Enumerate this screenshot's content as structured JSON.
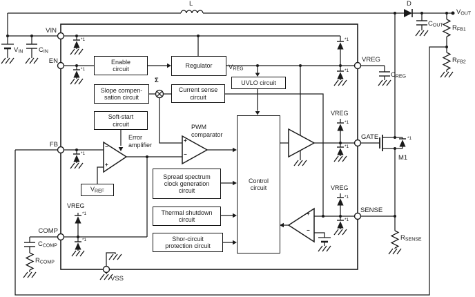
{
  "pins": {
    "vin": "VIN",
    "en": "EN",
    "fb": "FB",
    "comp": "COMP",
    "vss": "VSS",
    "vreg": "VREG",
    "gate": "GATE",
    "sense": "SENSE"
  },
  "blocks": {
    "enable": "Enable\ncircuit",
    "regulator": "Regulator",
    "slope_comp": "Slope compen-\nsation circuit",
    "current_sense": "Current sense\ncircuit",
    "uvlo": "UVLO circuit",
    "soft_start": "Soft-start\ncircuit",
    "spread_spectrum": "Spread spectrum\nclock generation\ncircuit",
    "thermal": "Thermal shutdown\ncircuit",
    "short_circuit": "Shor-circuit\nprotection circuit",
    "control": "Control\ncircuit"
  },
  "amps": {
    "error": "Error\namplifier",
    "pwm": "PWM\ncomparator"
  },
  "signals": {
    "vreg_rail": "VREG",
    "sigma": "Σ",
    "esd_note": "*1",
    "plus": "+",
    "minus": "−"
  },
  "parts": {
    "l": "L",
    "d": "D",
    "m1": "M1",
    "vin_src": {
      "main": "V",
      "sub": "IN"
    },
    "cin": {
      "main": "C",
      "sub": "IN"
    },
    "vout": {
      "main": "V",
      "sub": "OUT"
    },
    "cout": {
      "main": "C",
      "sub": "OUT"
    },
    "rfb1": {
      "main": "R",
      "sub": "FB1"
    },
    "rfb2": {
      "main": "R",
      "sub": "FB2"
    },
    "creg": {
      "main": "C",
      "sub": "REG"
    },
    "ccomp": {
      "main": "C",
      "sub": "COMP"
    },
    "rcomp": {
      "main": "R",
      "sub": "COMP"
    },
    "rsense": {
      "main": "R",
      "sub": "SENSE"
    },
    "vref": {
      "main": "V",
      "sub": "REF"
    },
    "vreg_out": {
      "main": "V",
      "sub": "REG"
    }
  },
  "colors": {
    "line": "#1a1a1a",
    "background": "#ffffff"
  }
}
